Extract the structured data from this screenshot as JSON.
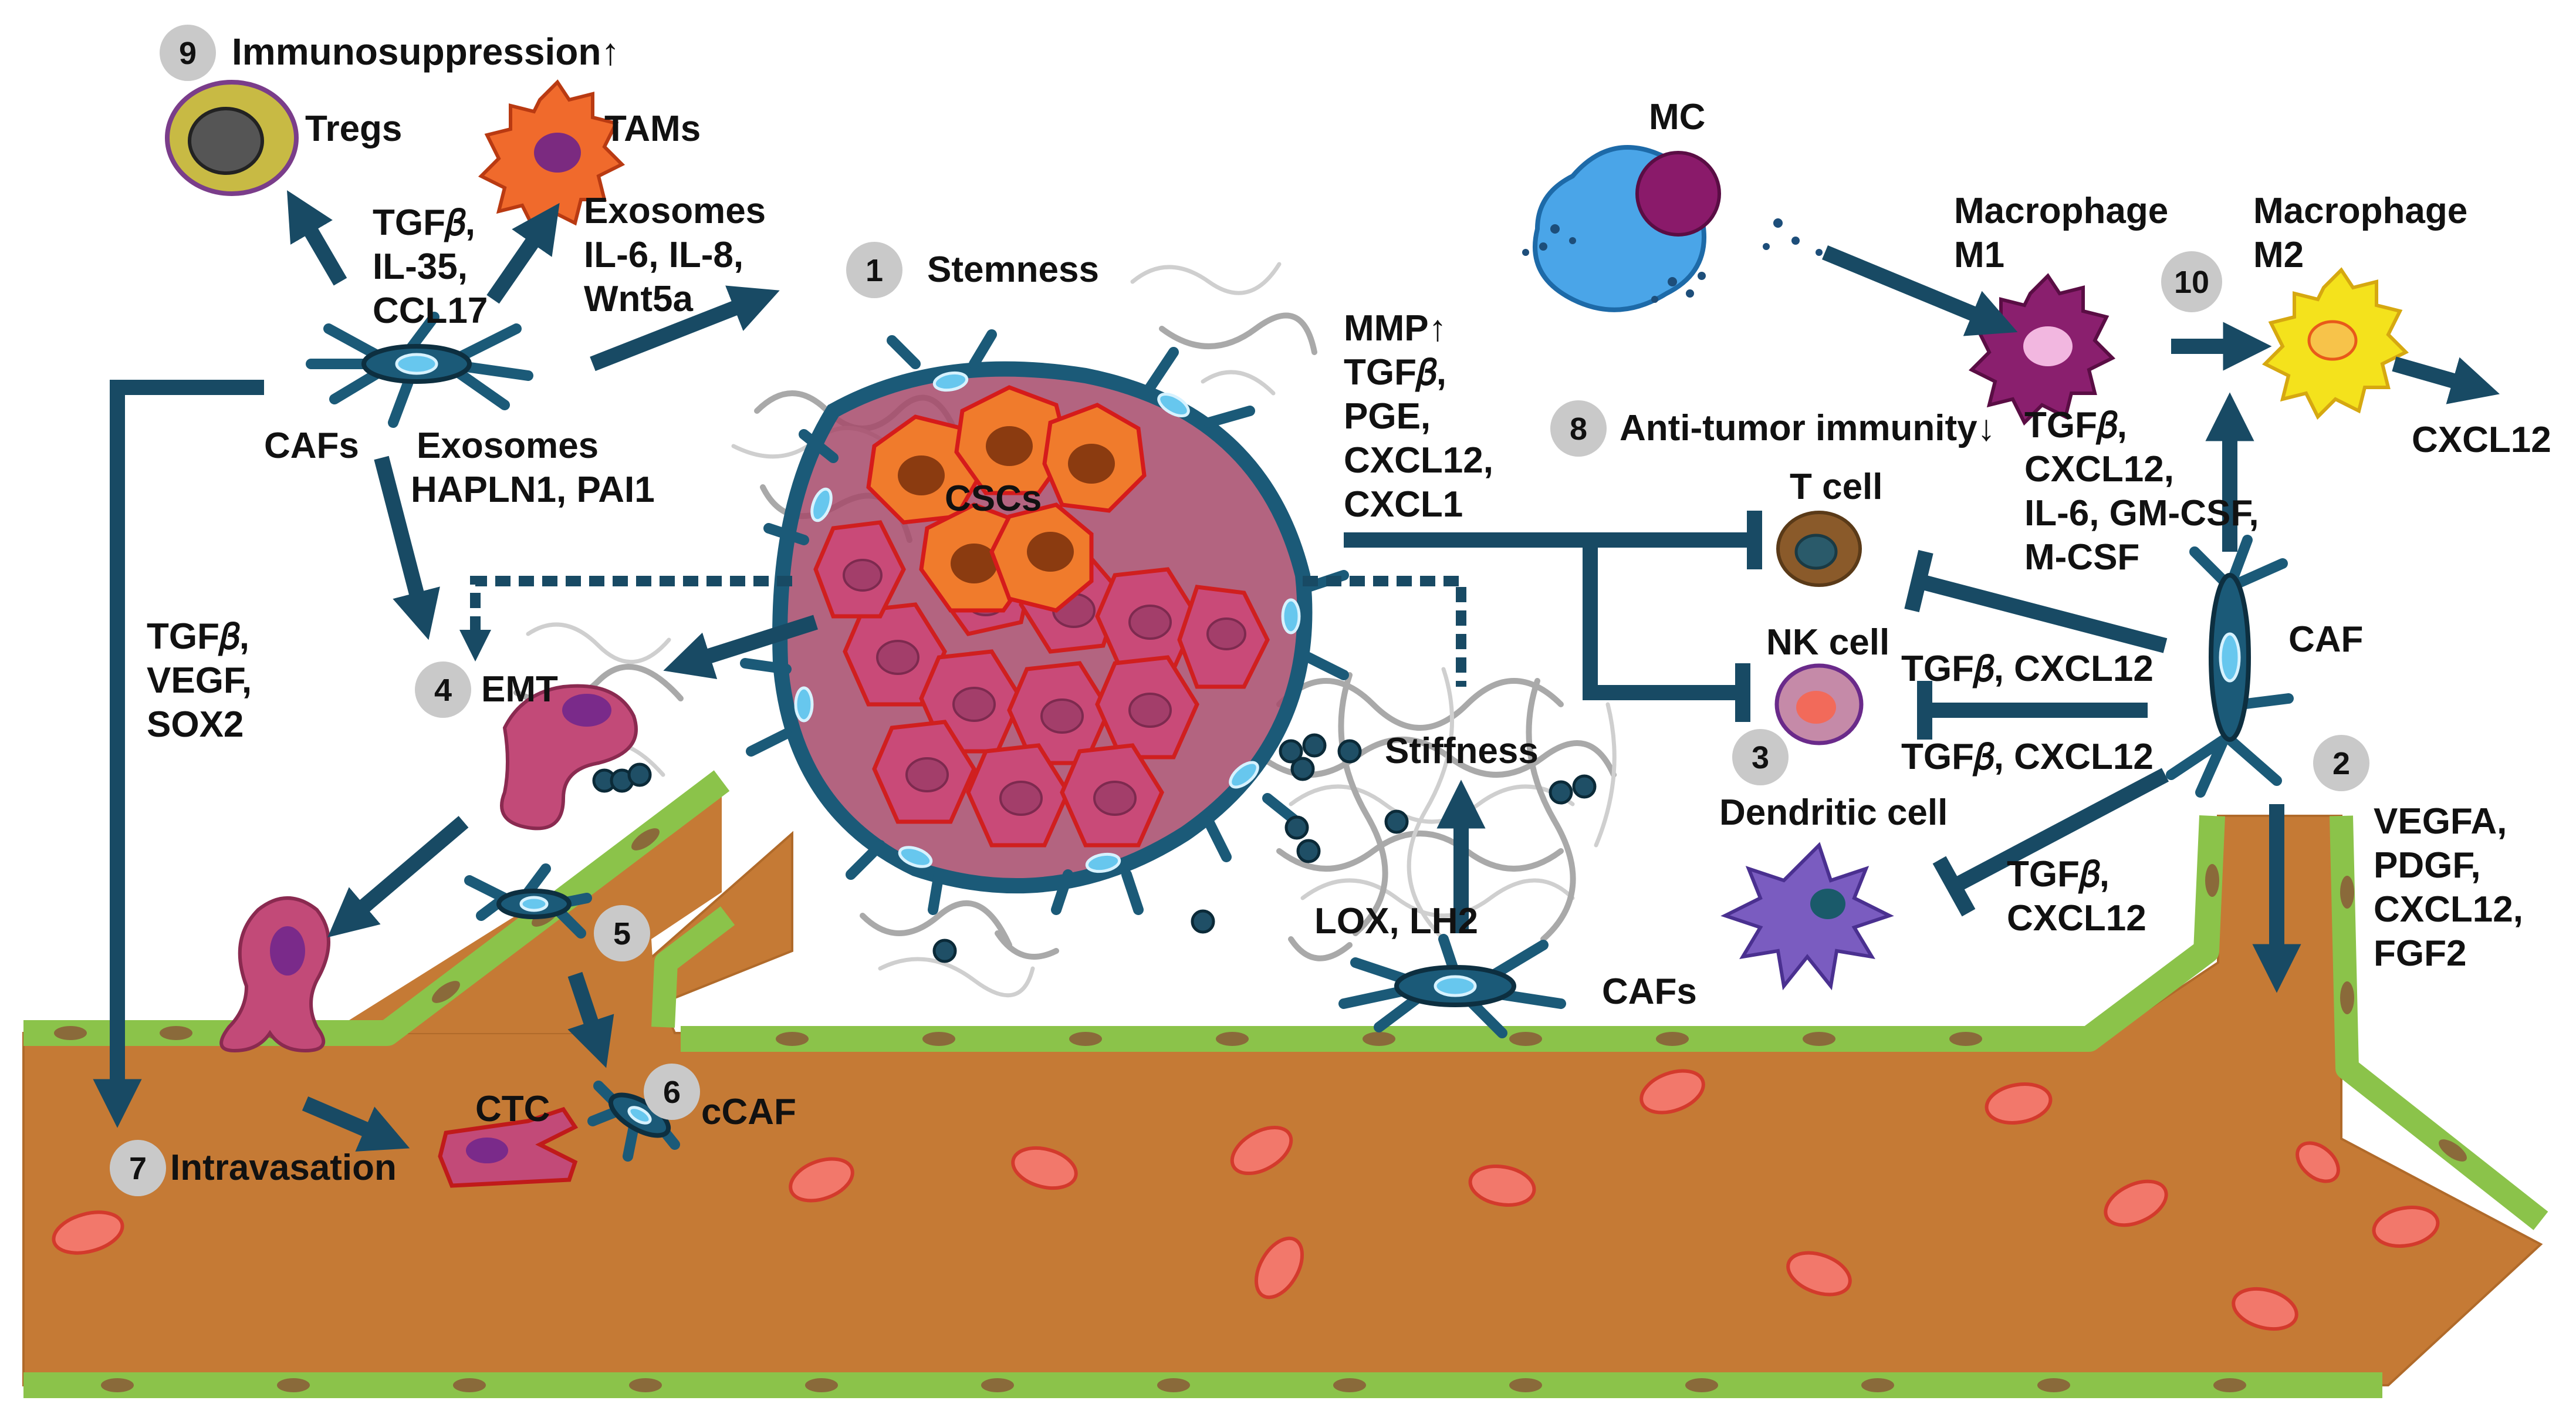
{
  "labels": {
    "immunosuppression": "Immunosuppression↑",
    "tregs": "Tregs",
    "tams": "TAMs",
    "caf_to_treg_factors": [
      "TGF𝛽,",
      "IL-35,",
      "CCL17"
    ],
    "caf_to_tam_factors": [
      "Exosomes",
      "IL-6, IL-8,",
      "Wnt5a"
    ],
    "cafs_top": "CAFs",
    "exosomes_hapln": [
      "Exosomes",
      "HAPLN1, PAI1"
    ],
    "stemness": "Stemness",
    "cscs": "CSCs",
    "emt": "EMT",
    "left_factors": [
      "TGF𝛽,",
      "VEGF,",
      "SOX2"
    ],
    "intravasation": "Intravasation",
    "ctc": "CTC",
    "ccaf": "cCAF",
    "stiffness": "Stiffness",
    "lox": "LOX, LH2",
    "cafs_bottom": "CAFs",
    "mmp_factors": [
      "MMP↑",
      "TGF𝛽,",
      "PGE,",
      "CXCL12,",
      "CXCL1"
    ],
    "anti_tumor": "Anti-tumor immunity↓",
    "t_cell": "T cell",
    "nk_cell": "NK cell",
    "dendritic_cell": "Dendritic cell",
    "nk_factors": "TGF𝛽, CXCL12",
    "dc_factors_a": "TGF𝛽, CXCL12",
    "dc_factors_b": [
      "TGF𝛽,",
      "CXCL12"
    ],
    "caf_right": "CAF",
    "mc": "MC",
    "macrophage_m1": [
      "Macrophage",
      "M1"
    ],
    "macrophage_m2": [
      "Macrophage",
      "M2"
    ],
    "m1_factors": [
      "TGF𝛽,",
      "CXCL12,",
      "IL-6, GM-CSF,",
      "M-CSF"
    ],
    "cxcl12": "CXCL12",
    "angio_factors": [
      "VEGFA,",
      "PDGF,",
      "CXCL12,",
      "FGF2"
    ]
  },
  "badges": [
    "1",
    "2",
    "3",
    "4",
    "5",
    "6",
    "7",
    "8",
    "9",
    "10"
  ]
}
